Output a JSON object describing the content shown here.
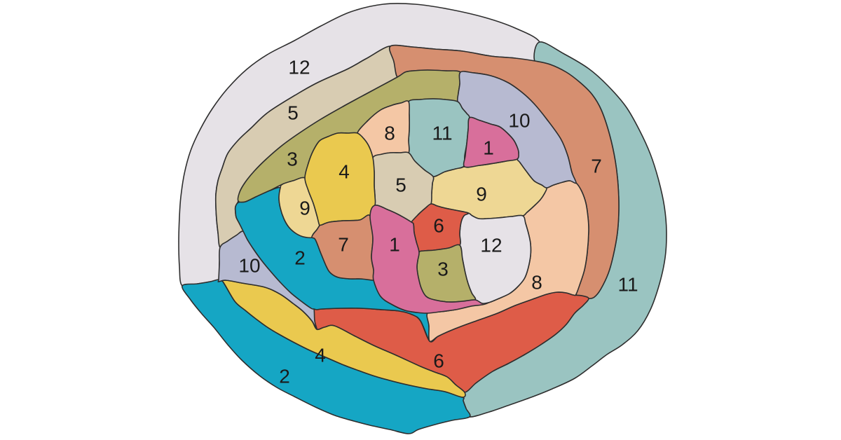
{
  "figure": {
    "description": "Spiral map diagram with numbered colored regions",
    "background": "#ffffff",
    "outline_color": "#2e2e2e",
    "label_color": "#1a1a1a",
    "colors": {
      "1": "#d86f9b",
      "2": "#15a6c4",
      "3": "#b5b06a",
      "4": "#eac94f",
      "5": "#d8ccb2",
      "6": "#de5c48",
      "7": "#d68f70",
      "8": "#f4c7a5",
      "9": "#eed794",
      "10": "#b7bad1",
      "11": "#9ac4c1",
      "12": "#e6e2e7"
    },
    "regions": [
      {
        "name": "outer-ring-left",
        "label": "12",
        "color": "12"
      },
      {
        "name": "outer-ring-right",
        "label": "11",
        "color": "11"
      },
      {
        "name": "outer-ring-bottom",
        "label": "2",
        "color": "2"
      },
      {
        "name": "ring2-top",
        "label": "5",
        "color": "5"
      },
      {
        "name": "ring2-right",
        "label": "7",
        "color": "7"
      },
      {
        "name": "ring2-bottom",
        "label": "6",
        "color": "6"
      },
      {
        "name": "ring2-bottom-left",
        "label": "4",
        "color": "4"
      },
      {
        "name": "ring2-left",
        "label": "10",
        "color": "10"
      },
      {
        "name": "ring3-top",
        "label": "3",
        "color": "3"
      },
      {
        "name": "ring3-inner-band",
        "label": "2",
        "color": "2"
      },
      {
        "name": "ring3-right-band",
        "label": "8",
        "color": "8"
      },
      {
        "name": "inner-band",
        "label": "9",
        "color": "9"
      },
      {
        "name": "center-right",
        "label": "12",
        "color": "12"
      },
      {
        "name": "top-right-patch",
        "label": "10",
        "color": "10"
      },
      {
        "name": "small-top-teal",
        "label": "11",
        "color": "11"
      },
      {
        "name": "small-top-pink",
        "label": "1",
        "color": "1"
      },
      {
        "name": "small-top-peach",
        "label": "8",
        "color": "8"
      },
      {
        "name": "center-patch",
        "label": "5",
        "color": "5"
      },
      {
        "name": "small-left-patch",
        "label": "9",
        "color": "9"
      },
      {
        "name": "center-left-patch",
        "label": "4",
        "color": "4"
      },
      {
        "name": "small-center-salmon",
        "label": "7",
        "color": "7"
      },
      {
        "name": "small-center-red",
        "label": "6",
        "color": "6"
      },
      {
        "name": "small-center-olive",
        "label": "3",
        "color": "3"
      },
      {
        "name": "center-pink-band",
        "label": "1",
        "color": "1"
      }
    ]
  }
}
